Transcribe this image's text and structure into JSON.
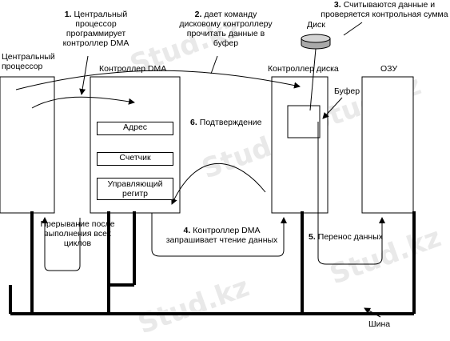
{
  "labels": {
    "cpu": "Центральный процессор",
    "dma_controller": "Контроллер DMA",
    "disk_controller": "Контроллер диска",
    "ram": "ОЗУ",
    "disk": "Диск",
    "buffer": "Буфер",
    "bus": "Шина",
    "reg_address": "Адрес",
    "reg_counter": "Счетчик",
    "reg_control": "Управляющий регитр",
    "interrupt": "Прерывание после выполнения всех циклов"
  },
  "steps": [
    {
      "num": "1.",
      "text": "Центральный процессор программирует контроллер DMA"
    },
    {
      "num": "2.",
      "text": "дает команду дисковому контроллеру прочитать данные в буфер"
    },
    {
      "num": "3.",
      "text": "Считываются данные и проверяется контрольная сумма"
    },
    {
      "num": "4.",
      "text": "Контроллер DMA запрашивает чтение данных"
    },
    {
      "num": "5.",
      "text": "Перенос данных"
    },
    {
      "num": "6.",
      "text": "Подтверждение"
    }
  ],
  "watermark": "Stud.kz"
}
